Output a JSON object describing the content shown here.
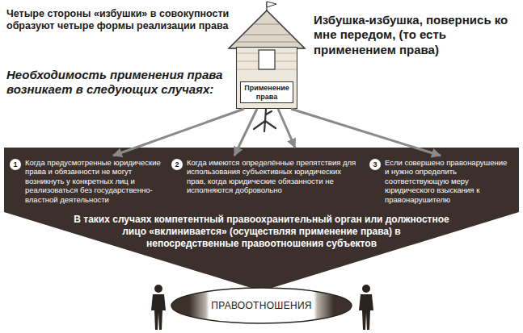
{
  "diagram": {
    "nodes": [
      {
        "text": [
          "Применение права"
        ]
      },
      {
        "text": [
          "В таких случаях компетентный правоохранительный орган или должностное лицо «вклинивается» (осуществляя применение права) в непосредственные правоотношения субъектов"
        ]
      },
      {
        "text": [
          "1",
          "Когда предусмотренные юридические права и обязанности не могут возникнуть у конкретных лиц и реализоваться без государственно-властной деятельности"
        ],
        "in": 1
      },
      {
        "text": [
          "2",
          "Когда имеются определённые препятствия для использования субъективных юридических прав, когда юридические обязанности не исполняются добровольно"
        ],
        "in": 1
      },
      {
        "text": [
          "3",
          "Если совершено правонарушение и нужно определить соответствующую меру юридического взыскания к правонарушителю"
        ],
        "in": 1
      },
      {
        "text": [
          "ПРАВООТНОШЕНИЯ"
        ]
      }
    ],
    "edges": [
      {
        "from": 0,
        "to": 2,
        "arrow": "to"
      },
      {
        "from": 0,
        "to": 3,
        "arrow": "to"
      },
      {
        "from": 0,
        "to": 1,
        "arrow": "to"
      },
      {
        "from": 0,
        "to": 4,
        "arrow": "to"
      }
    ],
    "labels": [
      "Четыре стороны «избушки» в совокупности образуют четыре формы реализации права",
      "Избушка-избушка, повернись ко мне передом, (то есть применением права)",
      "Необходимость применения права возникает в следующих случаях:"
    ]
  }
}
